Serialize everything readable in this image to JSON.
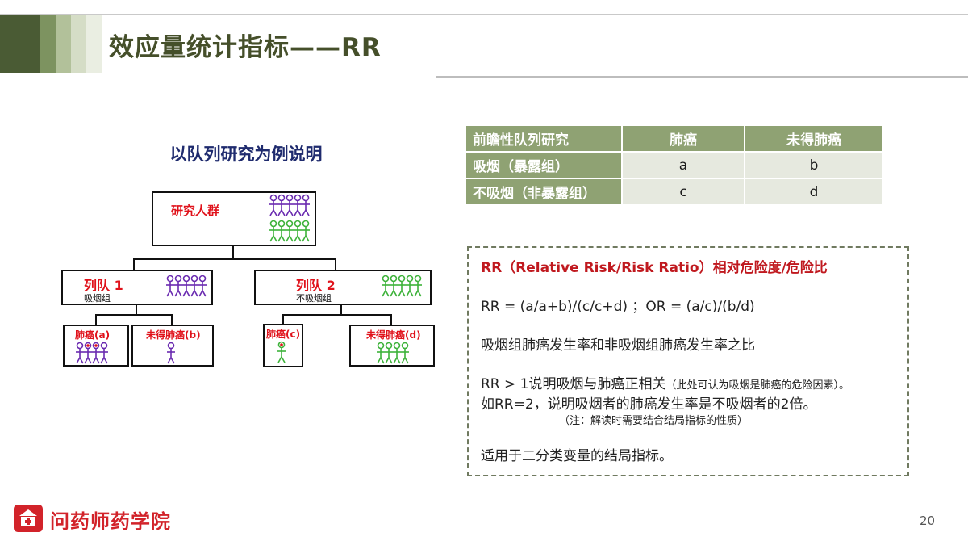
{
  "header": {
    "title": "效应量统计指标——RR"
  },
  "diagram": {
    "title": "以队列研究为例说明",
    "population": "研究人群",
    "cohort1": {
      "label": "列队 1",
      "sub": "吸烟组"
    },
    "cohort2": {
      "label": "列队 2",
      "sub": "不吸烟组"
    },
    "cells": {
      "a": "肺癌(a)",
      "b": "未得肺癌(b)",
      "c": "肺癌(c)",
      "d": "未得肺癌(d)"
    },
    "colors": {
      "purple": "#6a2bb0",
      "green": "#3db23a",
      "red": "#e0121b"
    }
  },
  "table": {
    "header": [
      "前瞻性队列研究",
      "肺癌",
      "未得肺癌"
    ],
    "rows": [
      [
        "吸烟（暴露组）",
        "a",
        "b"
      ],
      [
        "不吸烟（非暴露组）",
        "c",
        "d"
      ]
    ]
  },
  "info": {
    "title": "RR（Relative Risk/Risk Ratio）相对危险度/危险比",
    "formula": "RR = (a/a+b)/(c/c+d) ；OR = (a/c)/(b/d)",
    "definition": "吸烟组肺癌发生率和非吸烟组肺癌发生率之比",
    "interp1_main": "RR > 1说明吸烟与肺癌正相关",
    "interp1_note": "（此处可认为吸烟是肺癌的危险因素）。",
    "interp2": "如RR=2，说明吸烟者的肺癌发生率是不吸烟者的2倍。",
    "note": "（注：解读时需要结合结局指标的性质）",
    "usage": "适用于二分类变量的结局指标。"
  },
  "footer": {
    "brand": "问药师药学院",
    "page": "20"
  }
}
